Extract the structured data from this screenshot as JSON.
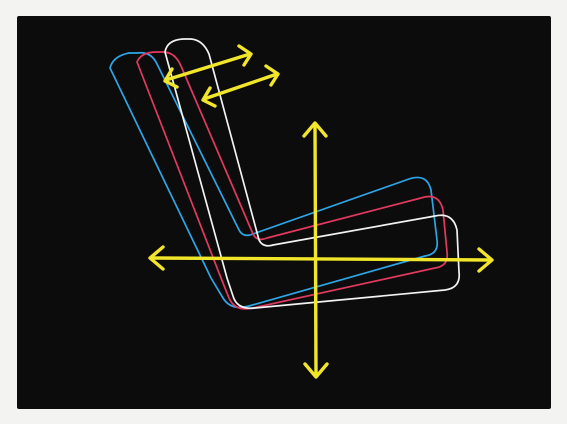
{
  "colors": {
    "background": "#0d0c0d",
    "frame": "#f3f3f1",
    "arrows": "#f2e62a",
    "seat_blue": "#2ea6e6",
    "seat_red": "#e23a5e",
    "seat_white": "#f2f2f2"
  },
  "icons": {
    "horizontal_arrow": "double-headed-arrow",
    "vertical_arrow": "double-headed-arrow",
    "tilt_arrows": "double-headed-arrow"
  }
}
